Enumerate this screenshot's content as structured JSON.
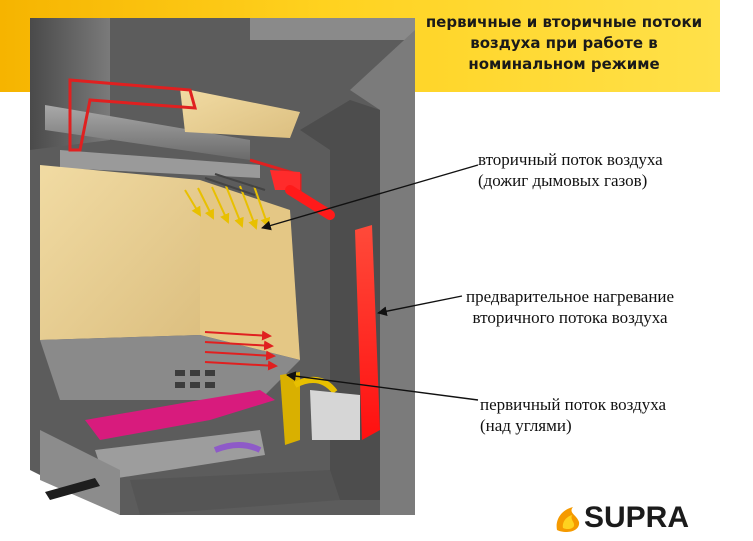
{
  "title": {
    "line1": "первичные и вторичные потоки",
    "line2": "воздуха при работе в",
    "line3": "номинальном режиме"
  },
  "labels": {
    "secondary_flow": {
      "line1": "вторичный поток воздуха",
      "line2": "(дожиг дымовых газов)"
    },
    "preheat": {
      "line1": "предварительное нагревание",
      "line2": "вторичного потока воздуха"
    },
    "primary_flow": {
      "line1": "первичный поток воздуха",
      "line2": "(над углями)"
    }
  },
  "brand": {
    "name": "SUPRA"
  },
  "colors": {
    "header_yellow": "#ffd21f",
    "secondary_arrow": "#e8c000",
    "primary_arrow": "#e02020",
    "preheat_channel": "#ff1a1a",
    "firebrick": "#e9cf92",
    "steel": "#6e6e6e",
    "ashtray_magenta": "#d81b7d",
    "brand_orange": "#f59a00"
  }
}
